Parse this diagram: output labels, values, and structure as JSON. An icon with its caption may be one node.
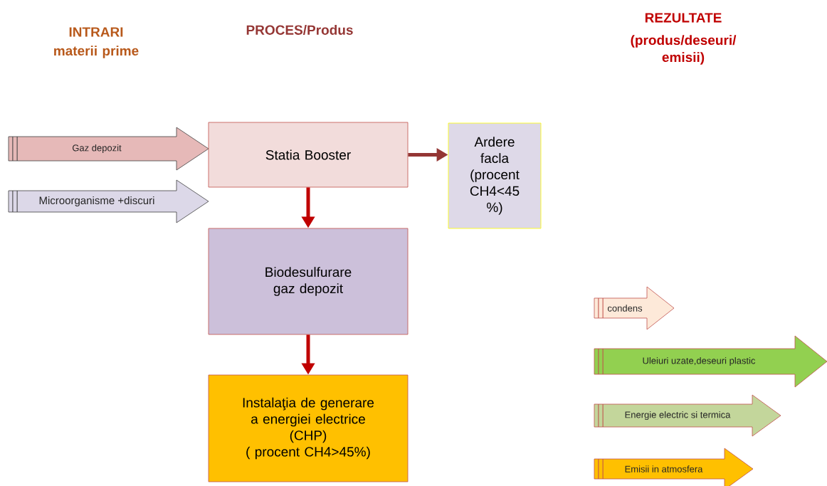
{
  "diagram": {
    "nodes": [
      {
        "text": [
          "Gaz depozit"
        ]
      },
      {
        "text": [
          "Microorganisme +discuri"
        ]
      },
      {
        "text": [
          "Statia Booster"
        ]
      },
      {
        "text": [
          "Ardere facla (procent CH4<45 %)"
        ]
      },
      {
        "text": [
          "Biodesulfurare gaz depozit"
        ]
      },
      {
        "text": [
          "Instalaţia de generare a energiei electrice",
          "(CHP)",
          "( procent CH4>45%)"
        ]
      },
      {
        "text": [
          "condens"
        ]
      },
      {
        "text": [
          "Uleiuri uzate,deseuri plastic"
        ]
      },
      {
        "text": [
          "Energie electric si termica"
        ]
      },
      {
        "text": [
          "Emisii in atmosfera"
        ]
      }
    ],
    "edges": [
      {
        "from": 2,
        "to": 3,
        "arrow": "to",
        "color": "#943634"
      },
      {
        "from": 2,
        "to": 4,
        "arrow": "to"
      },
      {
        "from": 4,
        "to": 5,
        "arrow": "to"
      }
    ],
    "labels": [
      "INTRARI",
      "materii prime",
      "PROCES/Produs",
      "REZULTATE",
      "(produs/deseuri/ emisii)"
    ]
  }
}
